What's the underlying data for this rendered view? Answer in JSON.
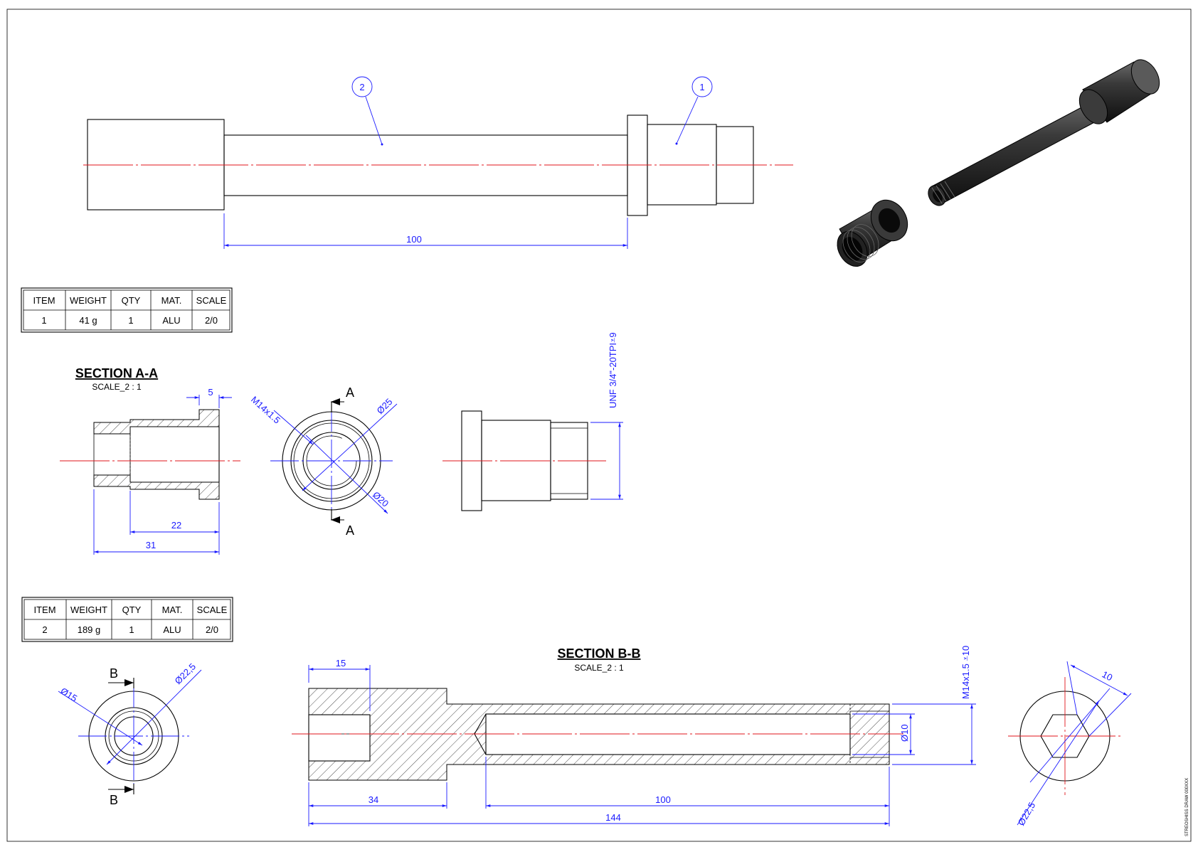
{
  "drawing": {
    "balloons": [
      "2",
      "1"
    ],
    "dimensions": {
      "assembly_length": "100",
      "sec_a_flange": "5",
      "sec_a_body": "22",
      "sec_a_total": "31",
      "sec_a_thread": "M14x1.5",
      "sec_a_outer_dia": "Ø25",
      "sec_a_inner_dia": "Ø20",
      "nut_thread_callout": "UNF 3/4\"-20TPI⩡9",
      "sec_b_head": "15",
      "sec_b_head_len": "34",
      "sec_b_bore_len": "100",
      "sec_b_total": "144",
      "sec_b_bore_dia": "Ø10",
      "sec_b_thread_callout": "M14x1.5 ⩡10",
      "end_dia_15": "Ø15",
      "end_dia_22_5": "Ø22,5",
      "hex_size": "10",
      "hex_dia_22_5": "Ø22,5"
    },
    "section_a": {
      "title": "SECTION A-A",
      "scale_label": "SCALE_2 : 1",
      "cut_label": "A"
    },
    "section_b": {
      "title": "SECTION B-B",
      "scale_label": "SCALE_2 : 1",
      "cut_label": "B"
    },
    "table_headers": [
      "ITEM",
      "WEIGHT",
      "QTY",
      "MAT.",
      "SCALE"
    ],
    "table_1": [
      "1",
      "41 g",
      "1",
      "ALU",
      "2/0"
    ],
    "table_2": [
      "2",
      "189 g",
      "1",
      "ALU",
      "2/0"
    ],
    "side_note": "STREOSHISS DRAW 000XXX"
  },
  "colors": {
    "dimension": "#1a1aff",
    "centerline": "#e0161b",
    "line": "#000000"
  }
}
